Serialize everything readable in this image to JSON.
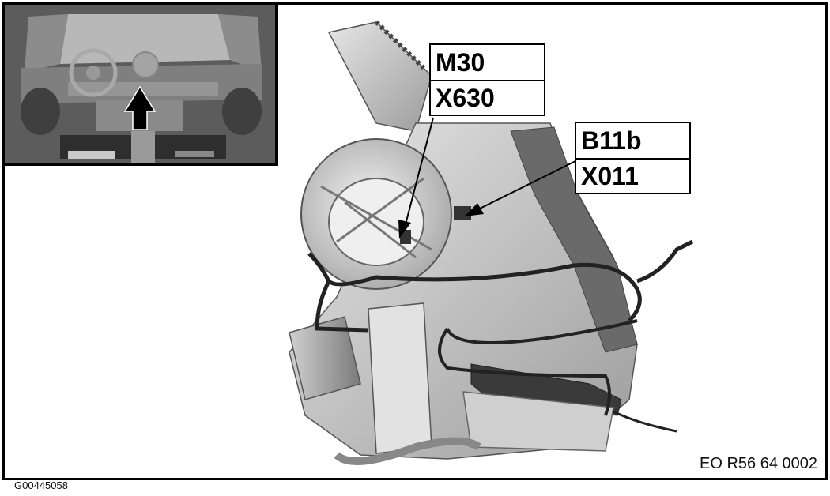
{
  "figure": {
    "image_id": "G00445058",
    "reference_code": "EO R56 64 0002",
    "inset": {
      "description": "Vehicle interior dashboard view with arrow indicating component location",
      "arrow_icon": "arrow-up-icon"
    },
    "callouts": [
      {
        "component": "M30",
        "connector": "X630"
      },
      {
        "component": "B11b",
        "connector": "X011"
      }
    ],
    "main_illustration": "Heater/blower housing assembly with wiring harness"
  },
  "colors": {
    "border": "#000000",
    "background": "#ffffff",
    "illustration_gray": "#9a9a9a"
  }
}
